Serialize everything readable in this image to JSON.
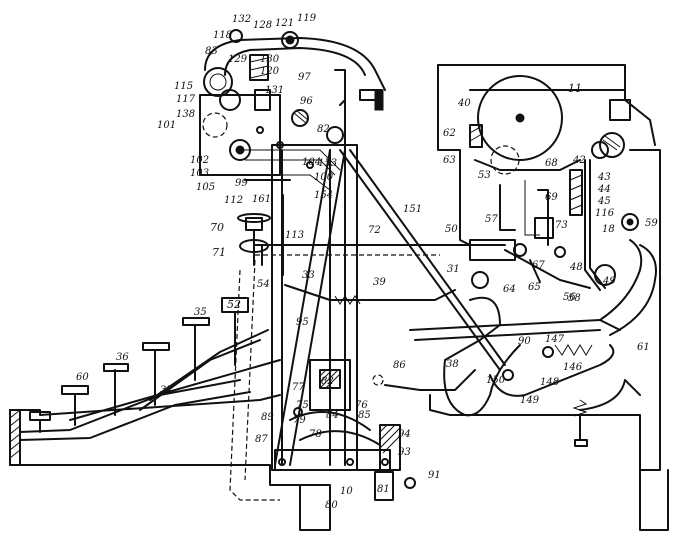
{
  "labels": {
    "n11": "11",
    "n40": "40",
    "n42": "42",
    "n43": "43",
    "n44": "44",
    "n45": "45",
    "n116": "116",
    "n59": "59",
    "n18": "18",
    "n49": "49",
    "n48": "48",
    "n56": "56",
    "n61": "61",
    "n68": "68",
    "n69": "69",
    "n57": "57",
    "n53": "53",
    "n50": "50",
    "n73": "73",
    "n67": "67",
    "n64": "64",
    "n65": "65",
    "n58": "58",
    "n62": "62",
    "n63": "63",
    "n151": "151",
    "n72": "72",
    "n31": "31",
    "n39": "39",
    "n33": "33",
    "n54": "54",
    "n90": "90",
    "n38": "38",
    "n147": "147",
    "n146": "146",
    "n148": "148",
    "n150": "150",
    "n149": "149",
    "n86": "86",
    "n132": "132",
    "n118": "118",
    "n128": "128",
    "n121": "121",
    "n119": "119",
    "n83": "83",
    "n129": "129",
    "n130": "130",
    "n120": "120",
    "n115": "115",
    "n117": "117",
    "n101": "101",
    "n138": "138",
    "n97": "97",
    "n96": "96",
    "n131": "131",
    "n82": "82",
    "n102": "102",
    "n103": "103",
    "n105": "105",
    "n99": "99",
    "n153": "153",
    "n100": "100",
    "n104": "104",
    "n154": "154",
    "n112": "112",
    "n161": "161",
    "n70": "70",
    "n71": "71",
    "n113": "113",
    "n95": "95",
    "n52": "52",
    "n35": "35",
    "n36": "36",
    "n37": "37",
    "n60": "60",
    "n77": "77",
    "n82b": "82",
    "n75": "75",
    "n84": "84",
    "n89": "89",
    "n79": "79",
    "n87": "87",
    "n85": "85",
    "n76": "76",
    "n78": "78",
    "n94": "94",
    "n93": "93",
    "n91": "91",
    "n10": "10",
    "n80": "80",
    "n81": "81"
  },
  "icons": [
    "drawing-figure"
  ]
}
